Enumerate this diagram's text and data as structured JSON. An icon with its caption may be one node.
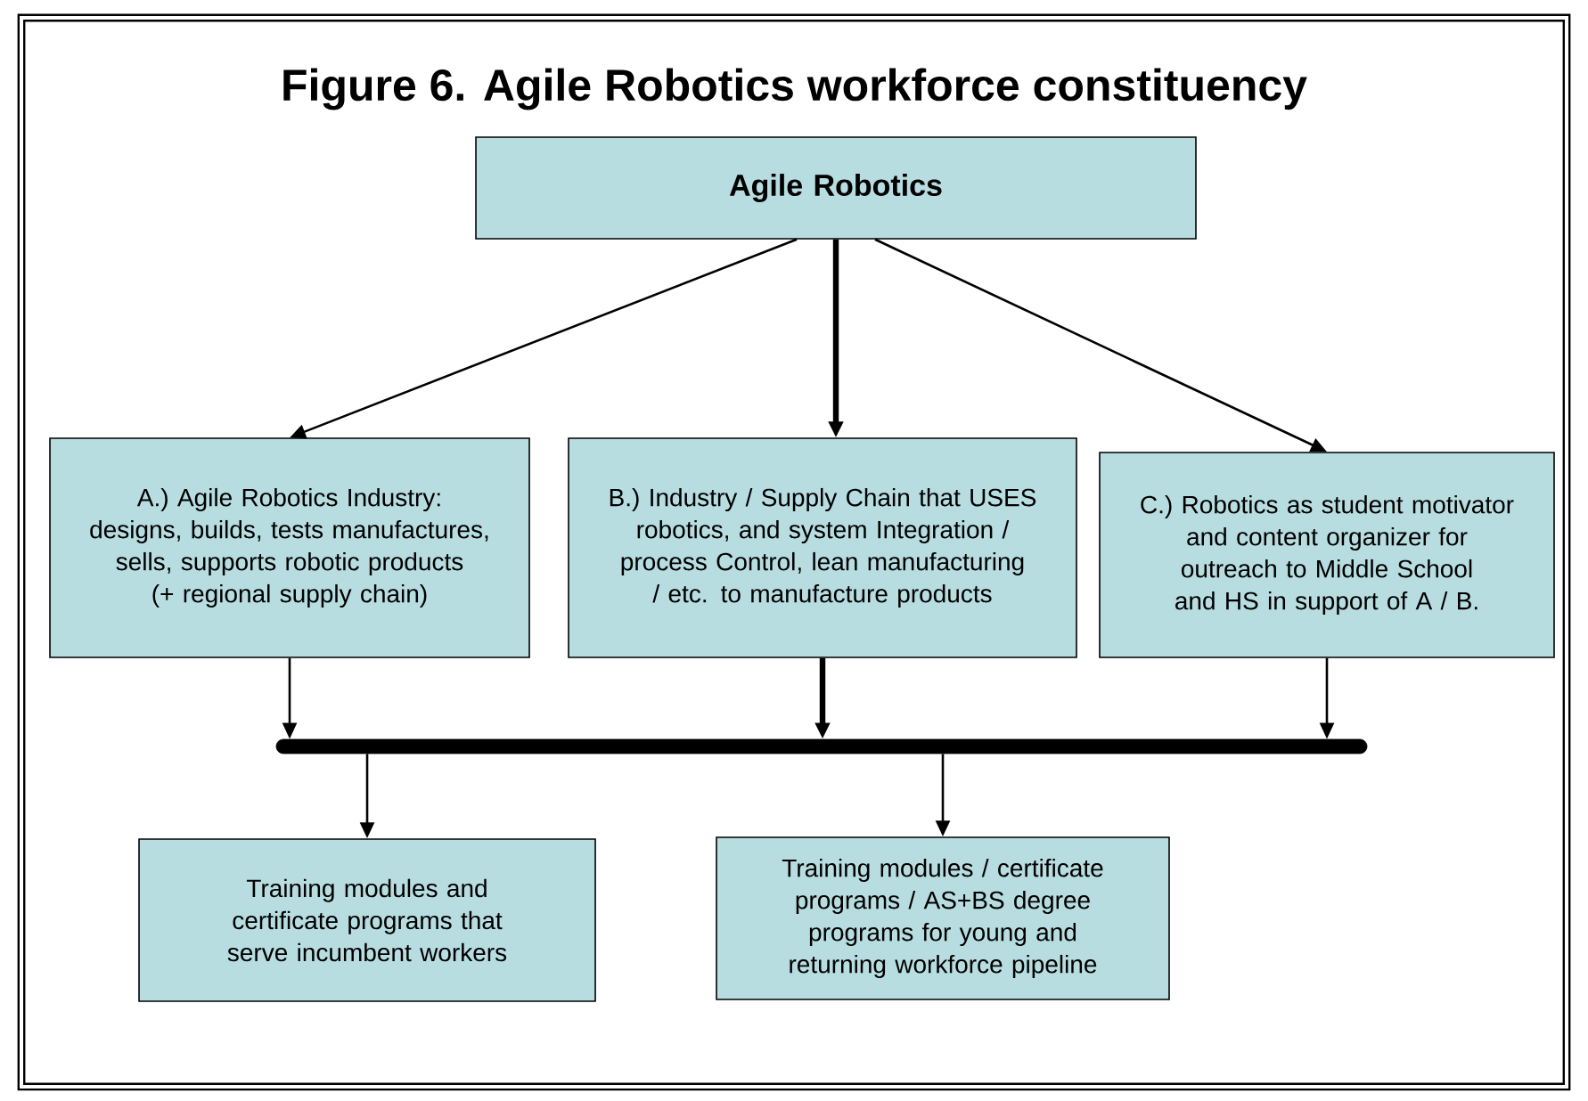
{
  "diagram": {
    "title": "Figure 6. Agile Robotics workforce constituency",
    "nodes": [
      {
        "text": [
          "Agile Robotics"
        ]
      },
      {
        "text": [
          "A.) Agile Robotics Industry: designs, builds, tests manufactures, sells, supports robotic products (+ regional supply chain)"
        ]
      },
      {
        "text": [
          "B.) Industry / Supply Chain that USES robotics, and system Integration / process Control, lean manufacturing / etc. to manufacture products"
        ]
      },
      {
        "text": [
          "C.) Robotics as student motivator and content organizer for outreach to Middle School and HS in support of A / B."
        ]
      },
      {
        "text": [],
        "shape": "bar"
      },
      {
        "text": [
          "Training modules and certificate programs that serve incumbent workers"
        ]
      },
      {
        "text": [
          "Training modules / certificate programs / AS+BS degree programs for young and returning workforce pipeline"
        ]
      }
    ],
    "edges": [
      {
        "from": 0,
        "to": 1,
        "arrow": "to"
      },
      {
        "from": 0,
        "to": 2,
        "arrow": "to",
        "style": "thick"
      },
      {
        "from": 0,
        "to": 3,
        "arrow": "to"
      },
      {
        "from": 1,
        "to": 4,
        "arrow": "to"
      },
      {
        "from": 2,
        "to": 4,
        "arrow": "to",
        "style": "thick"
      },
      {
        "from": 3,
        "to": 4,
        "arrow": "to"
      },
      {
        "from": 4,
        "to": 5,
        "arrow": "to"
      },
      {
        "from": 4,
        "to": 6,
        "arrow": "to"
      }
    ]
  }
}
